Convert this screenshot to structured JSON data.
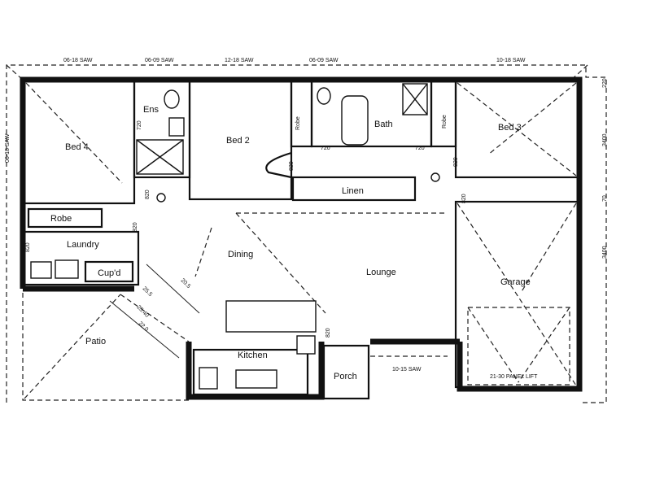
{
  "rooms": {
    "bed4": "Bed 4",
    "ens": "Ens",
    "bed2": "Bed 2",
    "robe_a": "Robe",
    "bath": "Bath",
    "robe_b": "Robe",
    "bed3": "Bed 3",
    "linen": "Linen",
    "robe_c": "Robe",
    "laundry": "Laundry",
    "cupd": "Cup'd",
    "dining": "Dining",
    "lounge": "Lounge",
    "garage": "Garage",
    "kitchen": "Kitchen",
    "porch": "Porch",
    "patio": "Patio"
  },
  "windows": {
    "w1": "06-18 SAW",
    "w2": "06-09 SAW",
    "w3": "12-18 SAW",
    "w4": "06-09 SAW",
    "w5": "10-18 SAW",
    "w6": "06-18 SAW",
    "porch_window": "10-15 SAW",
    "garage_door": "21-30 PANEL LIFT"
  },
  "doors": {
    "d1": "720",
    "d2": "820",
    "d3": "720",
    "d4": "720",
    "d5": "820",
    "d6": "820",
    "d7": "820",
    "d8": "820",
    "d9": "820",
    "d10": "820"
  },
  "dimensions": {
    "right_1": "220",
    "right_2": "3400",
    "right_3": "70",
    "right_4": "3400",
    "diag_1": "20.5",
    "diag_2": "25.5",
    "diag_3": "25.40",
    "diag_4": "22.0"
  }
}
